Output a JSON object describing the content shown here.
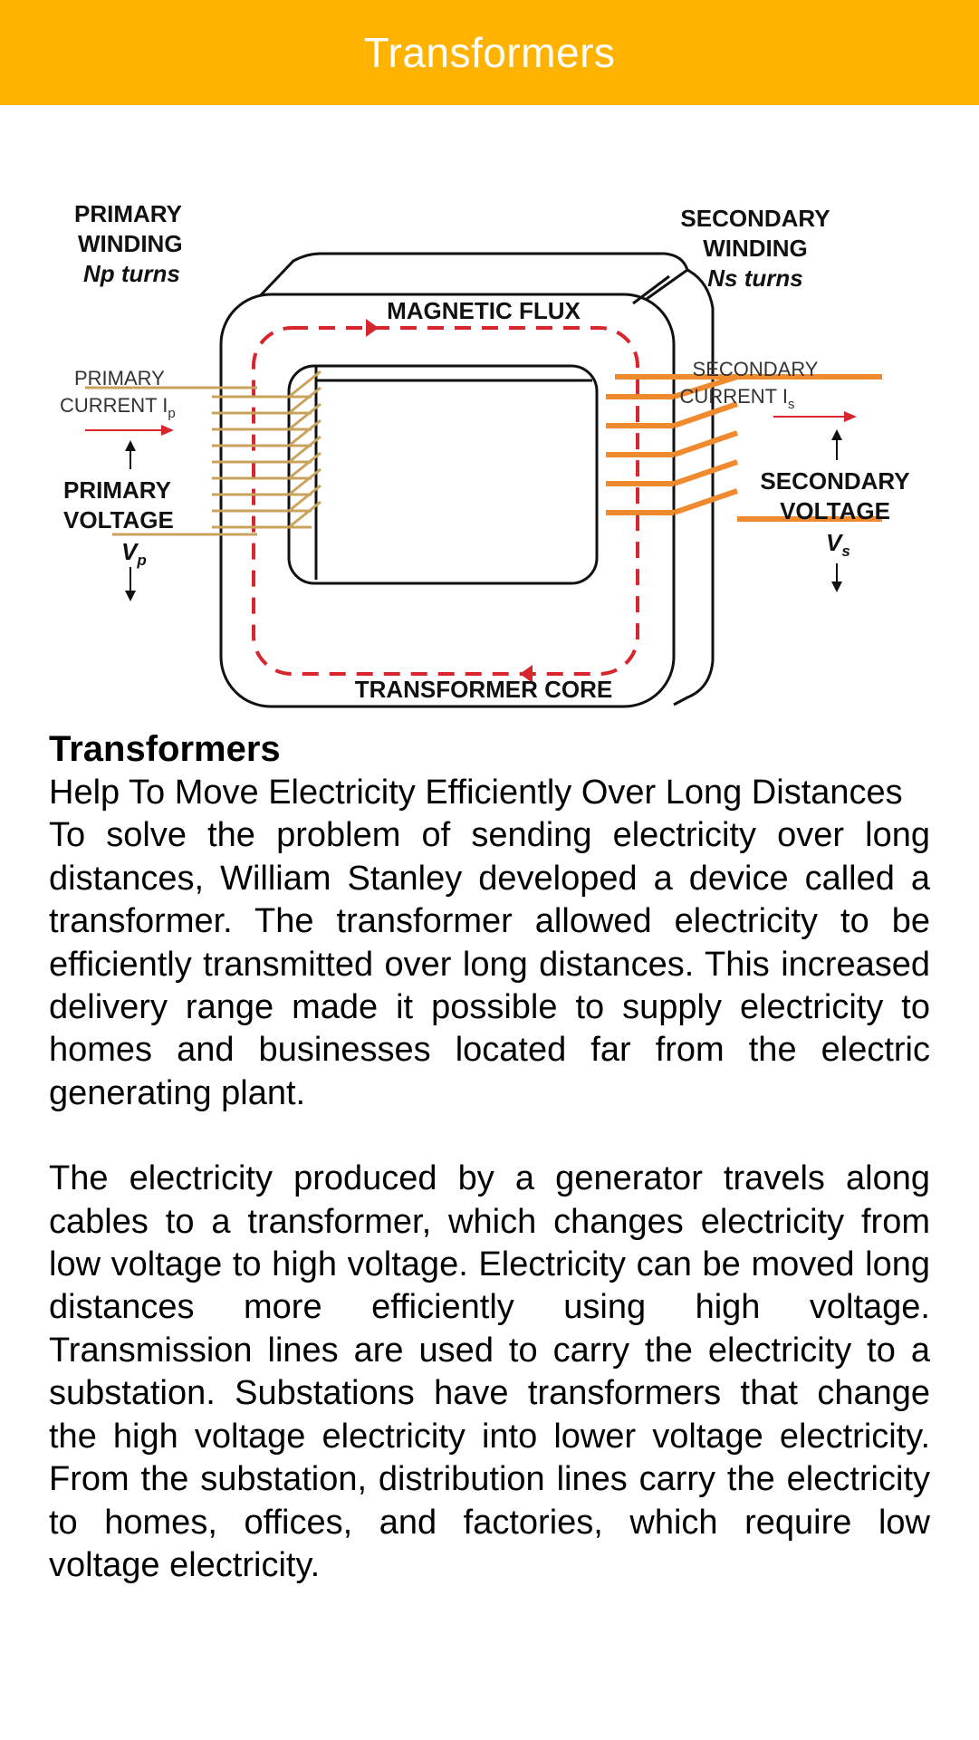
{
  "app_bar": {
    "title": "Transformers"
  },
  "diagram": {
    "primary_winding": [
      "PRIMARY",
      "WINDING",
      "Np turns"
    ],
    "secondary_winding": [
      "SECONDARY",
      "WINDING",
      "Ns turns"
    ],
    "magnetic_flux": "MAGNETIC FLUX",
    "transformer_core": "TRANSFORMER CORE",
    "primary_current": [
      "PRIMARY",
      "CURRENT I"
    ],
    "primary_current_sub": "p",
    "secondary_current": [
      "SECONDARY",
      "CURRENT I"
    ],
    "secondary_current_sub": "s",
    "primary_voltage": [
      "PRIMARY",
      "VOLTAGE",
      "V"
    ],
    "primary_voltage_sub": "p",
    "secondary_voltage": [
      "SECONDARY",
      "VOLTAGE",
      "V"
    ],
    "secondary_voltage_sub": "s",
    "colors": {
      "flux": "#d7262e",
      "primary_coil": "#c9a35e",
      "secondary_coil": "#f08a2e"
    }
  },
  "article": {
    "heading": "Transformers",
    "subheading": "Help To Move Electricity Efficiently Over Long Distances",
    "paragraph1": "To solve the problem of sending electricity over long distances, William Stanley developed a device called a transformer. The transformer allowed electricity to be efficiently transmitted over long distances. This increased delivery range made it possible to supply electricity to homes and businesses located far from the electric generating plant.",
    "paragraph2": "The electricity produced by a generator travels along cables to a transformer, which changes electricity from low voltage to high voltage. Electricity can be moved long distances more efficiently using high voltage. Transmission lines are used to carry the electricity to a substation. Substations have transformers that change the high voltage electricity into lower voltage electricity. From the substation, distribution lines carry the electricity to homes, offices, and factories, which require low voltage electricity."
  }
}
